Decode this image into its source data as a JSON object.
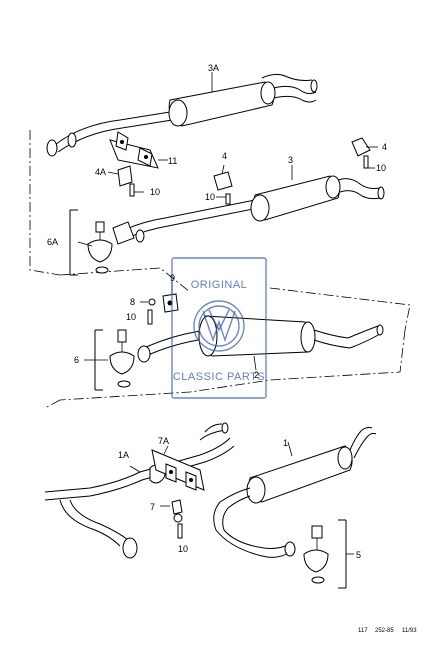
{
  "labels": {
    "p3A": "3A",
    "p11": "11",
    "p4A": "4A",
    "p10a": "10",
    "p4a": "4",
    "p10b": "10",
    "p3": "3",
    "p4b": "4",
    "p10c": "10",
    "p6A": "6A",
    "p9": "9",
    "p8": "8",
    "p10d": "10",
    "p6": "6",
    "p2": "2",
    "p7A": "7A",
    "p1A": "1A",
    "p1": "1",
    "p7": "7",
    "p10e": "10",
    "p5": "5"
  },
  "watermark": {
    "line1": "ORIGINAL",
    "line2": "CLASSIC PARTS",
    "logo": "vw-logo"
  },
  "footer": {
    "code1": "117",
    "code2": "252-85",
    "code3": "11/93"
  }
}
